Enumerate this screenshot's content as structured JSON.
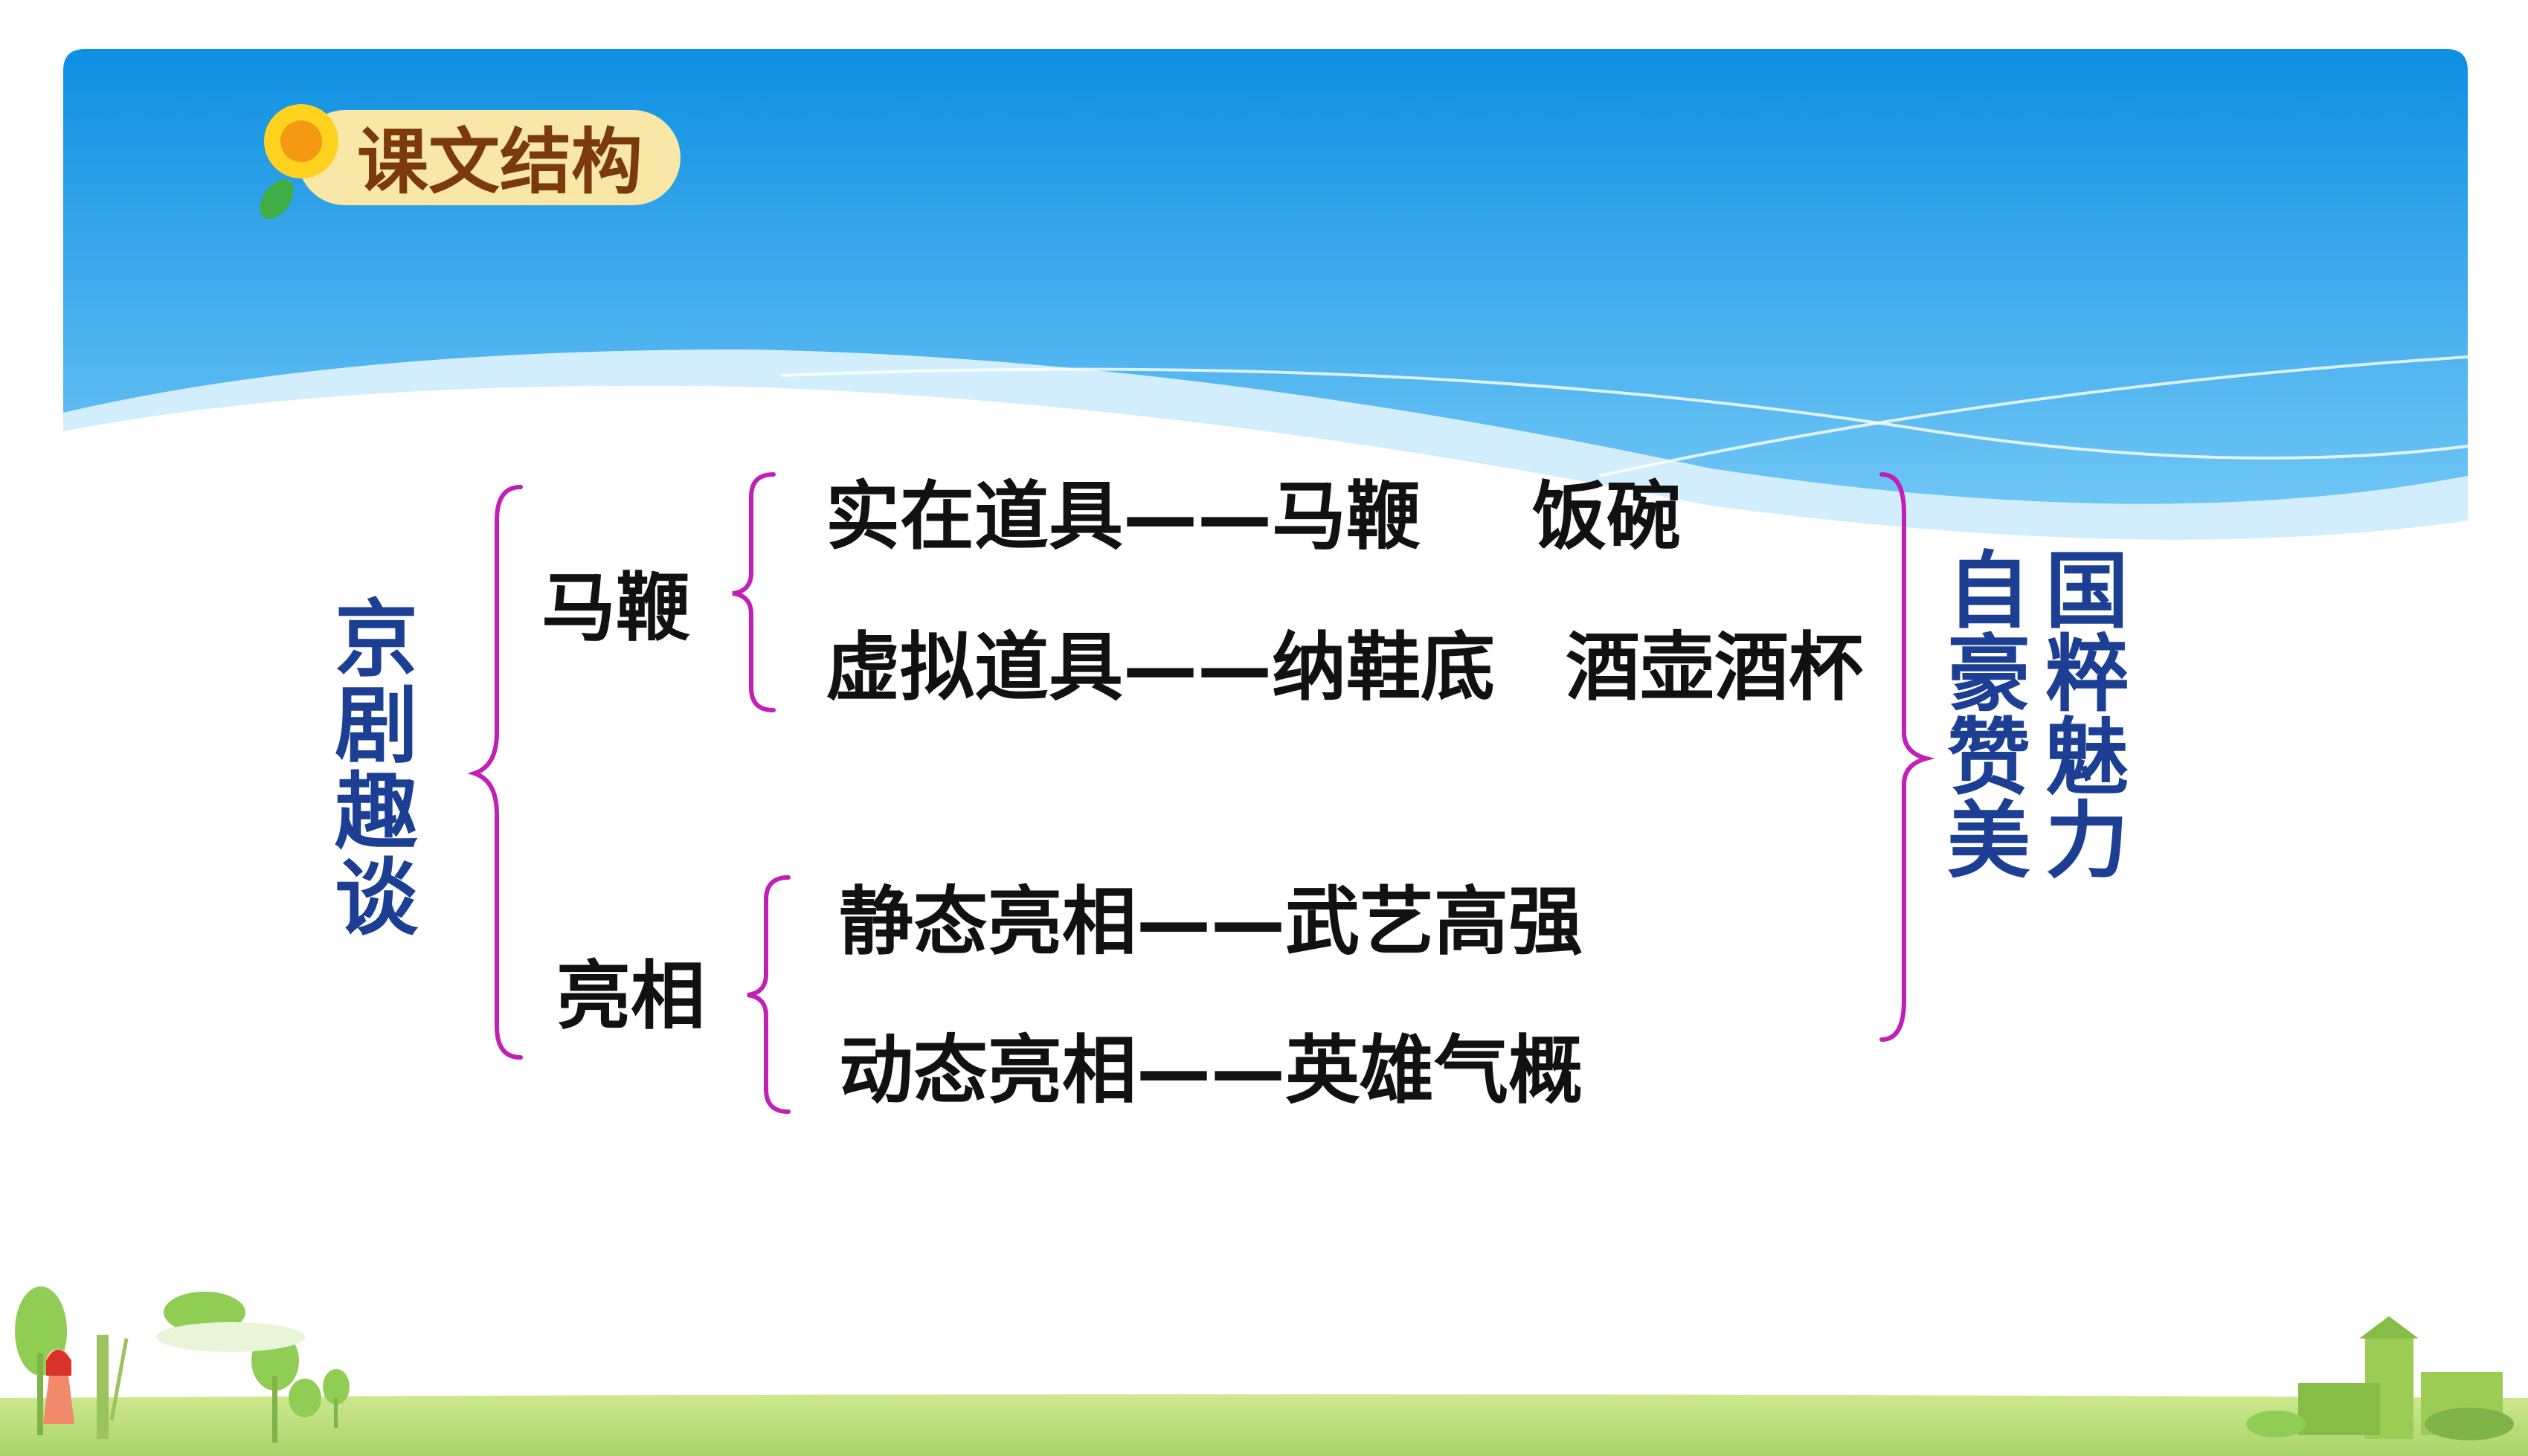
{
  "header": {
    "title": "课文结构"
  },
  "root": "京剧趣谈",
  "branches": [
    {
      "label": "马鞭",
      "items": [
        {
          "text": "实在道具——马鞭",
          "extra": "饭碗"
        },
        {
          "text": "虚拟道具——纳鞋底",
          "extra": "酒壶酒杯"
        }
      ]
    },
    {
      "label": "亮相",
      "items": [
        {
          "text": "静态亮相——武艺高强"
        },
        {
          "text": "动态亮相——英雄气概"
        }
      ]
    }
  ],
  "conclusion": {
    "col1": "自豪赞美",
    "col2": "国粹魅力"
  },
  "colors": {
    "sky": "#1a95e0",
    "title_text": "#7a3a0a",
    "title_pill": "#f8e7a6",
    "bracket": "#c21fb5",
    "blue_text": "#1c3f94",
    "grass": "#b7dc78"
  }
}
